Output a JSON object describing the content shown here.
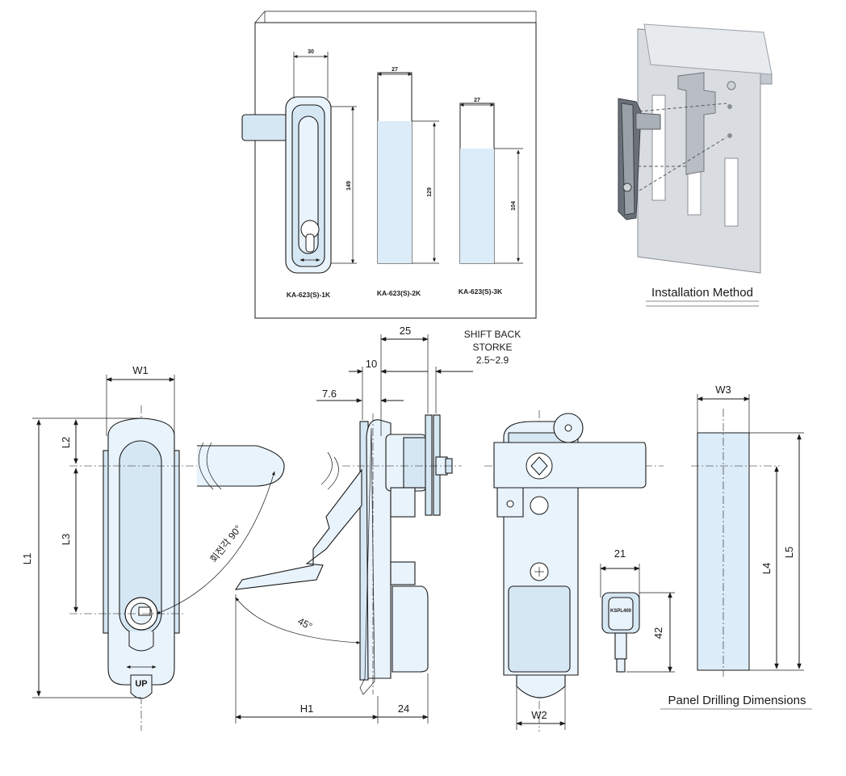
{
  "inset": {
    "models": [
      {
        "label": "KA-623(S)-1K",
        "width": "30",
        "height": "149"
      },
      {
        "label": "KA-623(S)-2K",
        "width": "27",
        "height": "129"
      },
      {
        "label": "KA-623(S)-3K",
        "width": "27",
        "height": "104"
      }
    ]
  },
  "installation_caption": "Installation Method",
  "panel_caption": "Panel Drilling Dimensions",
  "front_view": {
    "w1": "W1",
    "l1": "L1",
    "l2": "L2",
    "l3": "L3",
    "rotation": "회전각 90°",
    "up_mark": "UP"
  },
  "side_view": {
    "d25": "25",
    "d10": "10",
    "d76": "7.6",
    "shift_line1": "SHIFT BACK",
    "shift_line2": "STORKE",
    "shift_value": "2.5~2.9",
    "angle": "45°",
    "h1": "H1",
    "d24": "24"
  },
  "rear_view": {
    "w2": "W2"
  },
  "key_view": {
    "d21": "21",
    "d42": "42",
    "key_code": "KSPL400"
  },
  "panel_view": {
    "w3": "W3",
    "l4": "L4",
    "l5": "L5"
  },
  "colors": {
    "part_fill": "#e9f3fb",
    "panel_fill": "#dcecf8",
    "line": "#1a1a1a"
  }
}
